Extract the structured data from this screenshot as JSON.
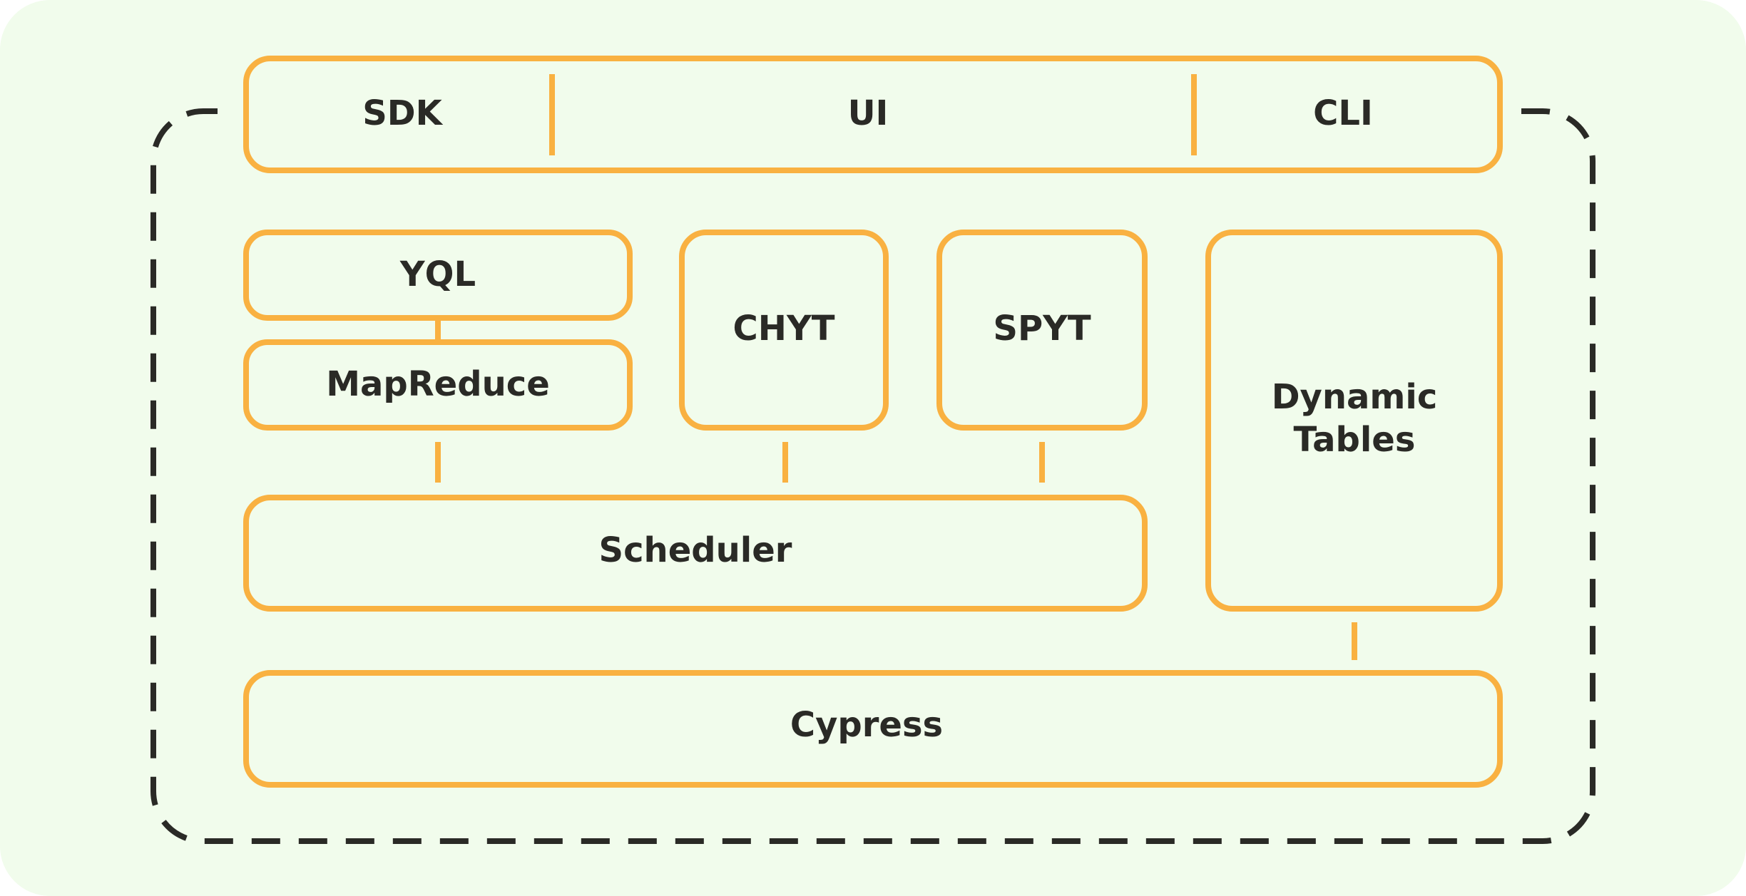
{
  "colors": {
    "background": "#F1FCEC",
    "accent": "#F9B141",
    "text": "#2A2A26",
    "dashed_border": "#2A2A26"
  },
  "interfaces": {
    "sdk": "SDK",
    "ui": "UI",
    "cli": "CLI"
  },
  "components": {
    "yql": "YQL",
    "mapreduce": "MapReduce",
    "chyt": "CHYT",
    "spyt": "SPYT",
    "dynamic_tables_line1": "Dynamic",
    "dynamic_tables_line2": "Tables",
    "scheduler": "Scheduler",
    "cypress": "Cypress"
  }
}
